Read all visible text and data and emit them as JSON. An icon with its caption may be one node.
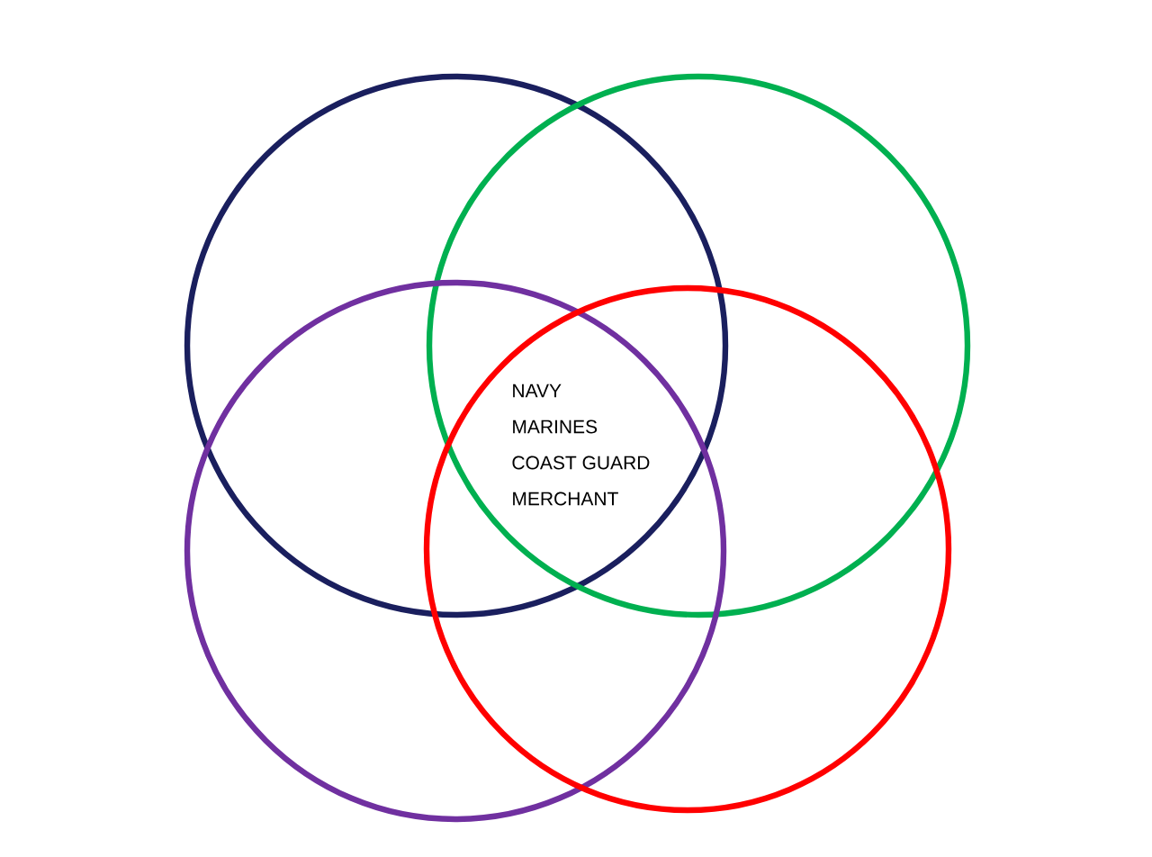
{
  "diagram": {
    "nodes": [
      {
        "text": [],
        "shape": "circle"
      },
      {
        "text": [],
        "shape": "circle"
      },
      {
        "text": [],
        "shape": "circle"
      },
      {
        "text": [],
        "shape": "circle"
      }
    ],
    "labels": [
      "NAVY",
      "MARINES",
      "COAST GUARD",
      "MERCHANT"
    ]
  }
}
